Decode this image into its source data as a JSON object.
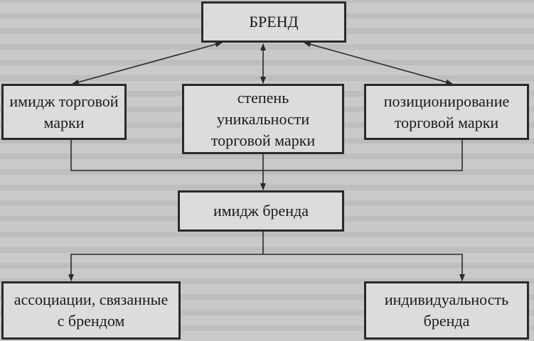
{
  "nodes": {
    "brand": "БРЕНД",
    "trademark_image": "имидж торговой марки",
    "uniqueness": "степень уникальности торговой марки",
    "positioning": "позиционирование торговой марки",
    "brand_image": "имидж бренда",
    "associations": "ассоциации, связанные с брендом",
    "individuality": "индивидуальность бренда"
  }
}
